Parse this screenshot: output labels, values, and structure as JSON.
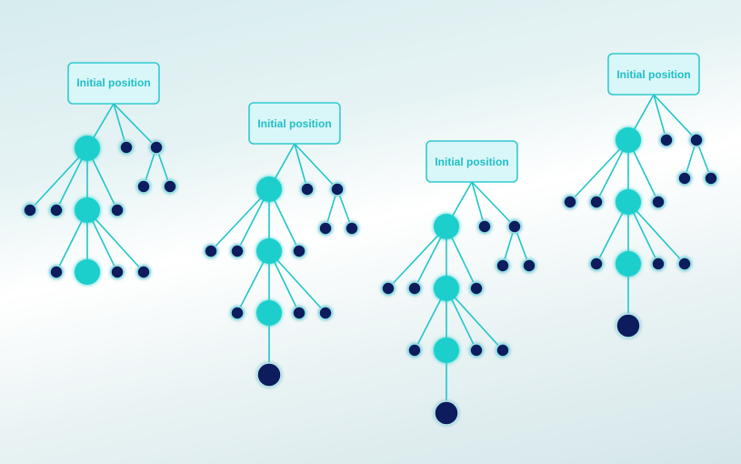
{
  "diagram": {
    "trees": [
      {
        "label": "Initial position"
      },
      {
        "label": "Initial position"
      },
      {
        "label": "Initial position"
      },
      {
        "label": "Initial position"
      }
    ]
  },
  "colors": {
    "big_node": "#1fcfcc",
    "small_node": "#0d1f5c",
    "edge": "#1fc6cb",
    "label_fill": "#d9f6f8",
    "label_text": "#1fbfc6"
  }
}
